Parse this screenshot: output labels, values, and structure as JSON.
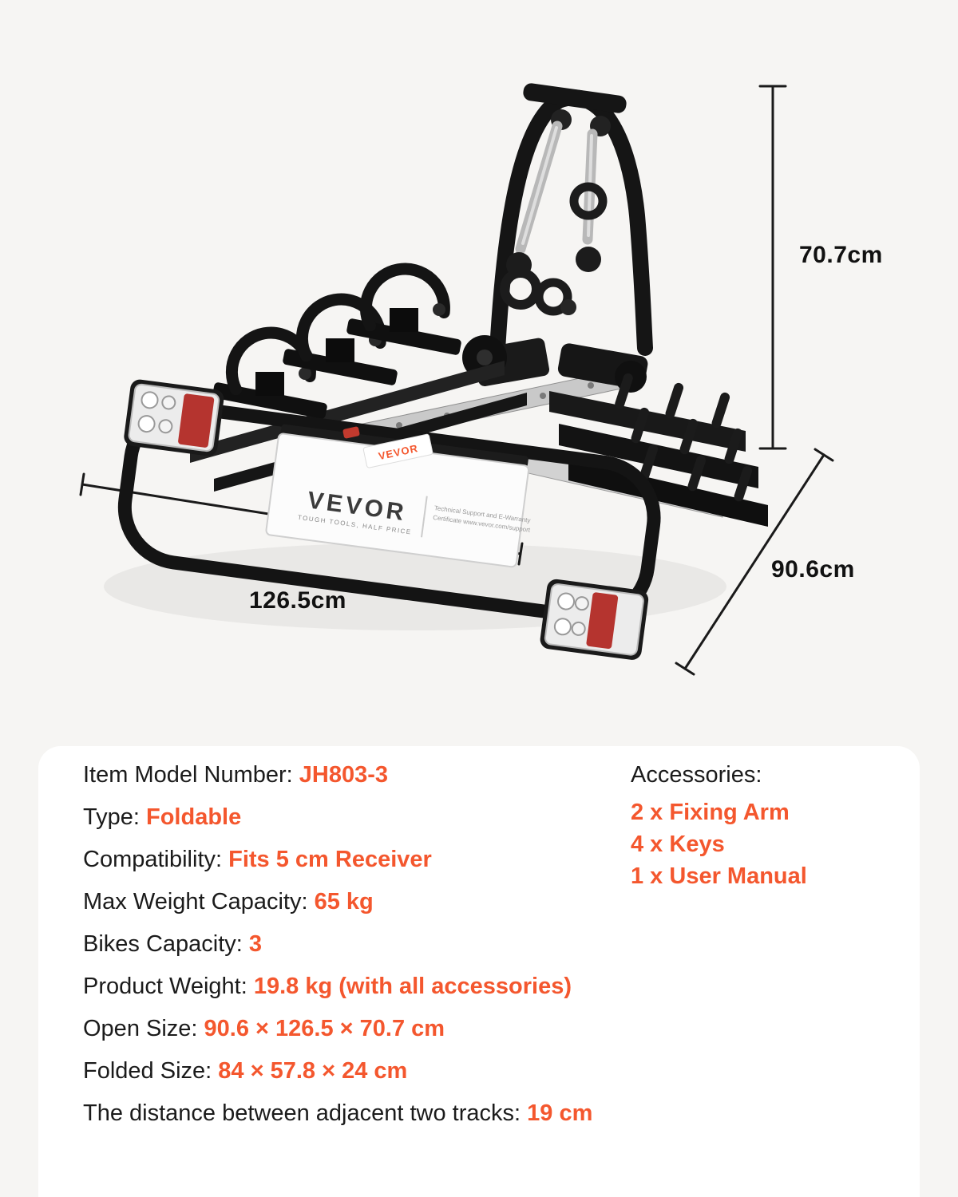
{
  "accent_color": "#F4572E",
  "hero": {
    "dim_height": "70.7cm",
    "dim_depth": "90.6cm",
    "dim_width": "126.5cm",
    "brand": "VEVOR",
    "brand_tagline": "TOUGH TOOLS, HALF PRICE",
    "plate_note_line1": "Technical Support and E-Warranty",
    "plate_note_line2": "Certificate www.vevor.com/support"
  },
  "specs": {
    "rows": [
      {
        "label": "Item Model Number: ",
        "value": "JH803-3"
      },
      {
        "label": "Type: ",
        "value": "Foldable"
      },
      {
        "label": "Compatibility: ",
        "value": "Fits 5 cm Receiver"
      },
      {
        "label": "Max Weight Capacity: ",
        "value": "65 kg"
      },
      {
        "label": "Bikes Capacity: ",
        "value": "3"
      },
      {
        "label": "Product Weight: ",
        "value": "19.8 kg (with all accessories)"
      },
      {
        "label": "Open Size: ",
        "value": "90.6 × 126.5 × 70.7 cm"
      },
      {
        "label": "Folded Size: ",
        "value": "84 × 57.8 × 24 cm"
      },
      {
        "label": "The distance between adjacent two tracks: ",
        "value": "19 cm"
      }
    ],
    "accessories": {
      "title": "Accessories:",
      "items": [
        "2 x Fixing Arm",
        "4 x Keys",
        "1 x User Manual"
      ]
    }
  }
}
